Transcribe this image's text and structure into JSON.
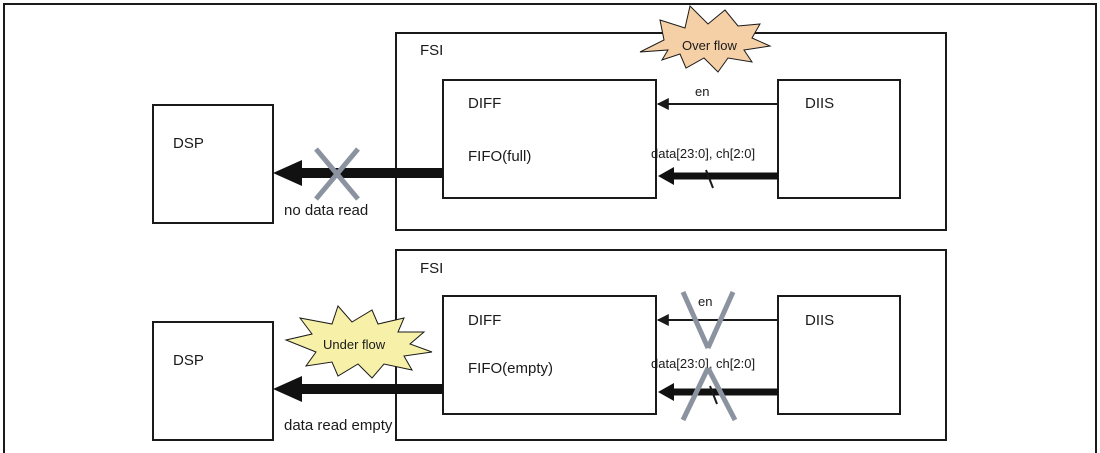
{
  "top": {
    "fsi_label": "FSI",
    "dsp_label": "DSP",
    "diff_label": "DIFF",
    "fifo_label": "FIFO(full)",
    "diis_label": "DIIS",
    "en_label": "en",
    "data_label": "data[23:0], ch[2:0]",
    "read_label": "no data read",
    "burst_label": "Over flow",
    "burst_color": "#f5cfa6"
  },
  "bottom": {
    "fsi_label": "FSI",
    "dsp_label": "DSP",
    "diff_label": "DIFF",
    "fifo_label": "FIFO(empty)",
    "diis_label": "DIIS",
    "en_label": "en",
    "data_label": "data[23:0], ch[2:0]",
    "read_label": "data read empty",
    "burst_label": "Under flow",
    "burst_color": "#f7f0a8"
  },
  "colors": {
    "cross": "#8c93a0",
    "ink": "#1a1a1a"
  }
}
